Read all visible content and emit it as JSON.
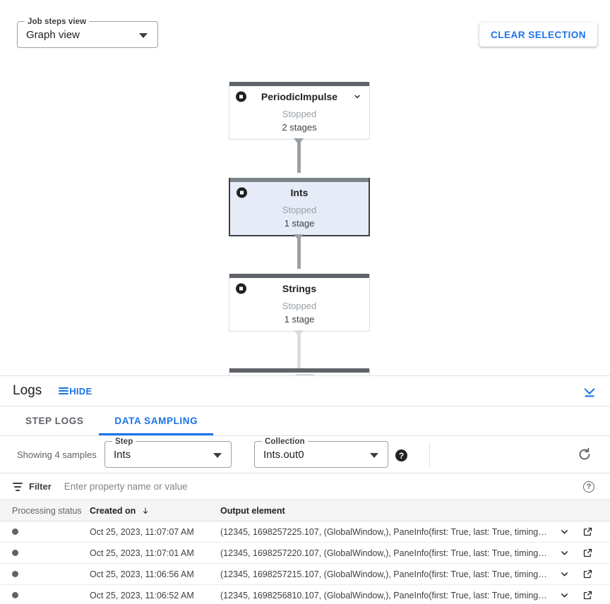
{
  "colors": {
    "accent": "#1a73e8",
    "node_bar": "#5f6368",
    "selected_node_bg": "#e6ebf7",
    "status_dot": "#5f6368"
  },
  "toolbar": {
    "job_steps_view": {
      "legend": "Job steps view",
      "value": "Graph view"
    },
    "clear_selection_label": "CLEAR SELECTION"
  },
  "graph": {
    "nodes": [
      {
        "name": "PeriodicImpulse",
        "status": "Stopped",
        "stages": "2 stages",
        "selected": false,
        "has_chevron": true
      },
      {
        "name": "Ints",
        "status": "Stopped",
        "stages": "1 stage",
        "selected": true,
        "has_chevron": false
      },
      {
        "name": "Strings",
        "status": "Stopped",
        "stages": "1 stage",
        "selected": false,
        "has_chevron": false
      }
    ]
  },
  "logs": {
    "title": "Logs",
    "hide_label": "HIDE",
    "tabs": [
      {
        "label": "STEP LOGS",
        "active": false
      },
      {
        "label": "DATA SAMPLING",
        "active": true
      }
    ]
  },
  "sampling": {
    "showing_samples": "Showing 4 samples",
    "step": {
      "legend": "Step",
      "value": "Ints"
    },
    "collection": {
      "legend": "Collection",
      "value": "Ints.out0"
    },
    "help_glyph": "?"
  },
  "filter": {
    "label": "Filter",
    "placeholder": "Enter property name or value",
    "help_glyph": "?"
  },
  "table": {
    "headers": {
      "processing_status": "Processing status",
      "created_on": "Created on",
      "output_element": "Output element"
    },
    "rows": [
      {
        "created_on": "Oct 25, 2023, 11:07:07 AM",
        "output_element": "(12345, 1698257225.107, (GlobalWindow,), PaneInfo(first: True, last: True, timing…"
      },
      {
        "created_on": "Oct 25, 2023, 11:07:01 AM",
        "output_element": "(12345, 1698257220.107, (GlobalWindow,), PaneInfo(first: True, last: True, timing…"
      },
      {
        "created_on": "Oct 25, 2023, 11:06:56 AM",
        "output_element": "(12345, 1698257215.107, (GlobalWindow,), PaneInfo(first: True, last: True, timing…"
      },
      {
        "created_on": "Oct 25, 2023, 11:06:52 AM",
        "output_element": "(12345, 1698256810.107, (GlobalWindow,), PaneInfo(first: True, last: True, timing…"
      }
    ]
  }
}
